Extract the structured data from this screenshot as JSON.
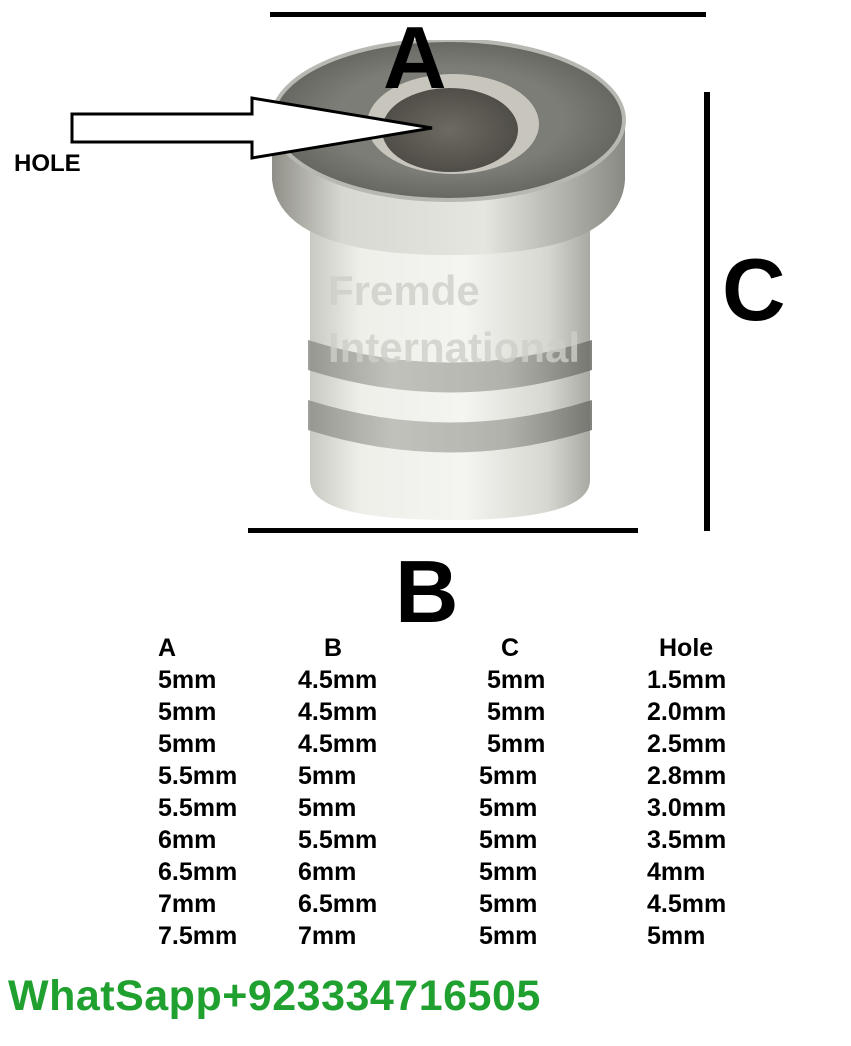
{
  "dimensions": {
    "a_label": "A",
    "b_label": "B",
    "c_label": "C",
    "hole_label": "HOLE"
  },
  "watermark": {
    "line1": "Fremde",
    "line2": "International"
  },
  "table": {
    "headers": [
      "A",
      "B",
      "C",
      "Hole"
    ],
    "rows": [
      [
        "5mm",
        "4.5mm",
        "5mm",
        "1.5mm"
      ],
      [
        "5mm",
        "4.5mm",
        "5mm",
        "2.0mm"
      ],
      [
        "5mm",
        "4.5mm",
        "5mm",
        "2.5mm"
      ],
      [
        "5.5mm",
        "5mm",
        "5mm",
        "2.8mm"
      ],
      [
        "5.5mm",
        "5mm",
        "5mm",
        "3.0mm"
      ],
      [
        "6mm",
        "5.5mm",
        "5mm",
        "3.5mm"
      ],
      [
        "6.5mm",
        "6mm",
        "5mm",
        "4mm"
      ],
      [
        "7mm",
        "6.5mm",
        "5mm",
        "4.5mm"
      ],
      [
        "7.5mm",
        "7mm",
        "5mm",
        "5mm"
      ]
    ]
  },
  "contact": {
    "text": "WhatSapp+923334716505",
    "color": "#20a02f"
  },
  "icons": {
    "arrow": "right-arrow-icon"
  }
}
